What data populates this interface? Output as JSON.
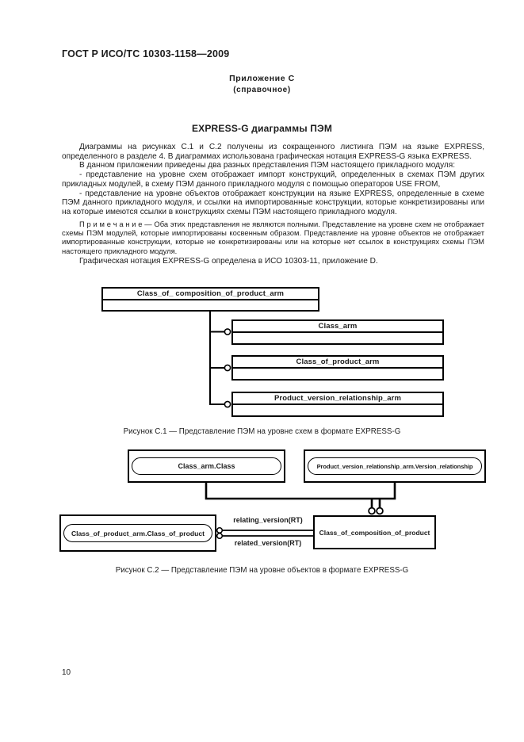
{
  "page": {
    "header": "ГОСТ Р ИСО/ТС 10303-1158—2009",
    "appendix_title": "Приложение С",
    "appendix_subtitle": "(справочное)",
    "section_title": "EXPRESS-G диаграммы ПЭМ",
    "page_number": "10"
  },
  "paragraphs": {
    "p1": "Диаграммы на рисунках С.1 и С.2 получены из сокращенного листинга ПЭМ на языке EXPRESS, определенного в разделе 4. В диаграммах использована графическая нотация EXPRESS-G языка EXPRESS.",
    "p2": "В данном приложении приведены два разных представления ПЭМ настоящего прикладного модуля:",
    "p3": "- представление на уровне схем отображает импорт конструкций, определенных в схемах ПЭМ других прикладных модулей, в схему ПЭМ данного прикладного модуля с помощью операторов USE FROM,",
    "p4": "- представление на уровне объектов отображает конструкции на языке EXPRESS, определенные в схеме ПЭМ данного прикладного модуля, и ссылки на импортированные конструкции, которые конкретизированы или на которые имеются ссылки в конструкциях схемы ПЭМ настоящего прикладного модуля.",
    "note": "П р и м е ч а н и е — Оба этих представления не являются полными. Представление на уровне схем не отображает схемы ПЭМ модулей, которые импортированы косвенным образом. Представление на уровне объектов не отображает импортированные конструкции, которые не конкретизированы или на которые нет ссылок в конструкциях схемы ПЭМ настоящего прикладного модуля.",
    "p5": "Графическая нотация EXPRESS-G определена в ИСО 10303-11, приложение D."
  },
  "figure_c1": {
    "caption": "Рисунок С.1 — Представление ПЭМ на уровне схем в формате EXPRESS-G",
    "root_schema": "Class_of_ composition_of_product_arm",
    "schemas": [
      "Class_arm",
      "Class_of_product_arm",
      "Product_version_relationship_arm"
    ]
  },
  "figure_c2": {
    "caption": "Рисунок С.2 — Представление ПЭМ на уровне объектов в формате EXPRESS-G",
    "entity_class": "Class_arm.Class",
    "entity_version_relationship": "Product_version_relationship_arm.Version_relationship",
    "entity_class_of_product": "Class_of_product_arm.Class_of_product",
    "entity_class_of_composition": "Class_of_composition_of_product",
    "relation_relating": "relating_version(RT)",
    "relation_related": "related_version(RT)"
  },
  "colors": {
    "ink": "#1c1c1c",
    "paper": "#ffffff",
    "line": "#000000"
  }
}
